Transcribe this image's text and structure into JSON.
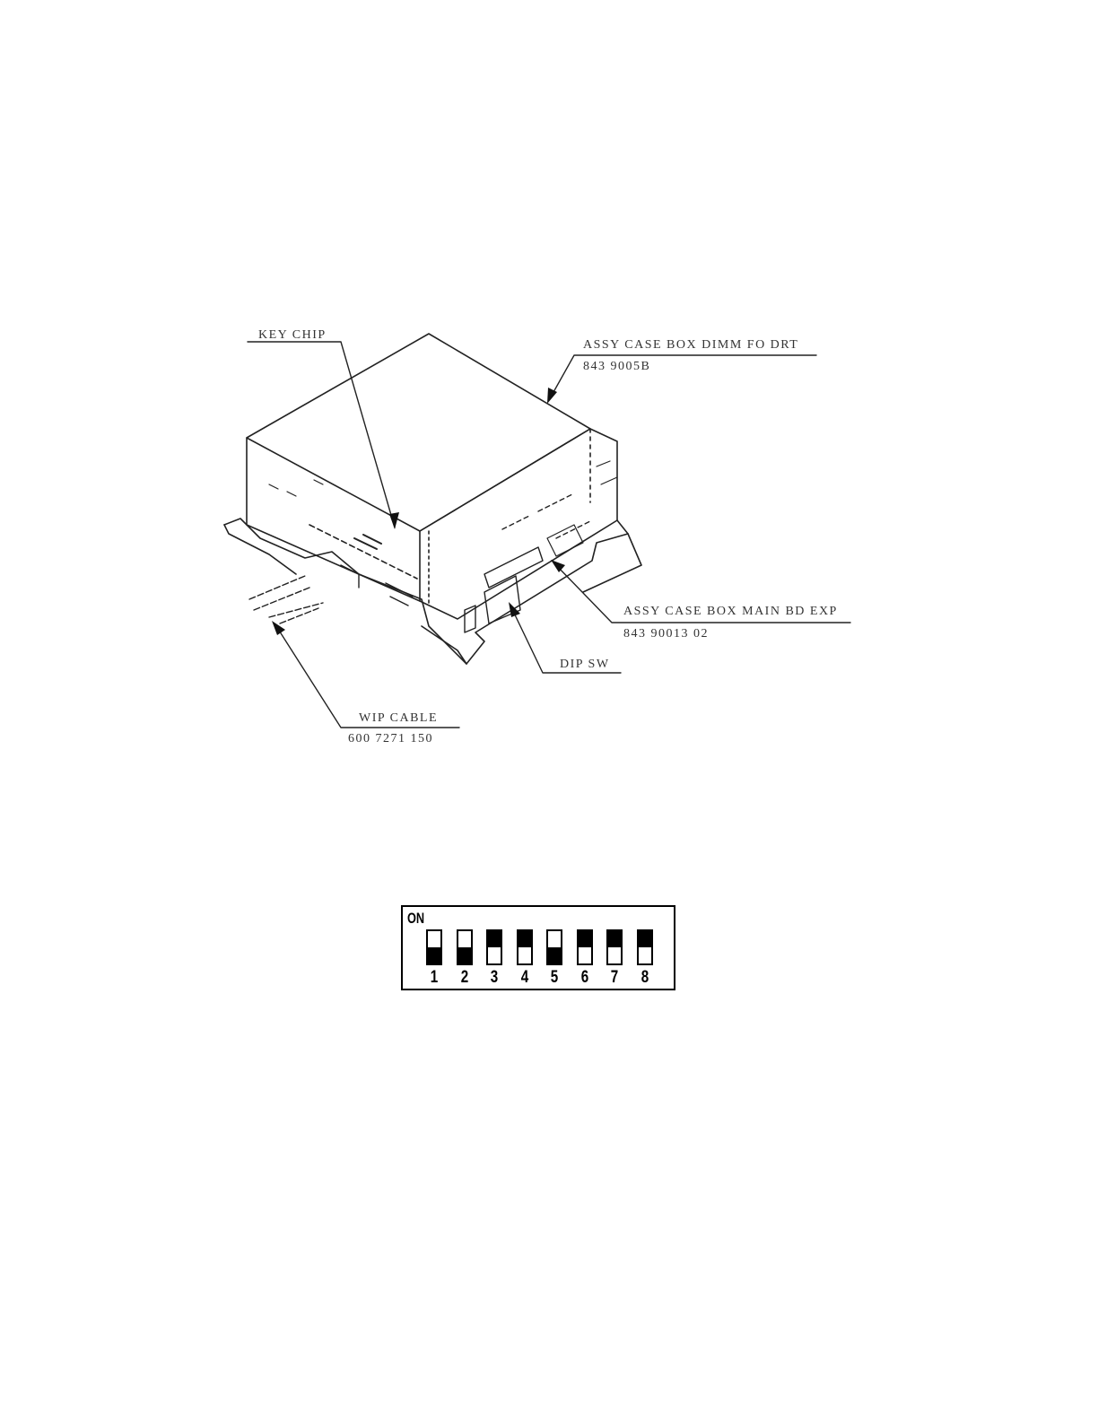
{
  "callouts": {
    "key_chip": "KEY CHIP",
    "case_assy_title": "ASSY CASE BOX DIMM FO DRT",
    "case_assy_part": "843 9005B",
    "main_bd_title": "ASSY CASE BOX MAIN BD EXP",
    "main_bd_part": "843 90013 02",
    "dip_sw": "DIP SW",
    "wip_cable_title": "WIP CABLE",
    "wip_cable_part": "600 7271 150"
  },
  "dip_switch": {
    "on_label": "ON",
    "switches": [
      {
        "number": "1",
        "state": "off"
      },
      {
        "number": "2",
        "state": "off"
      },
      {
        "number": "3",
        "state": "on"
      },
      {
        "number": "4",
        "state": "on"
      },
      {
        "number": "5",
        "state": "off"
      },
      {
        "number": "6",
        "state": "on"
      },
      {
        "number": "7",
        "state": "on"
      },
      {
        "number": "8",
        "state": "on"
      }
    ]
  }
}
